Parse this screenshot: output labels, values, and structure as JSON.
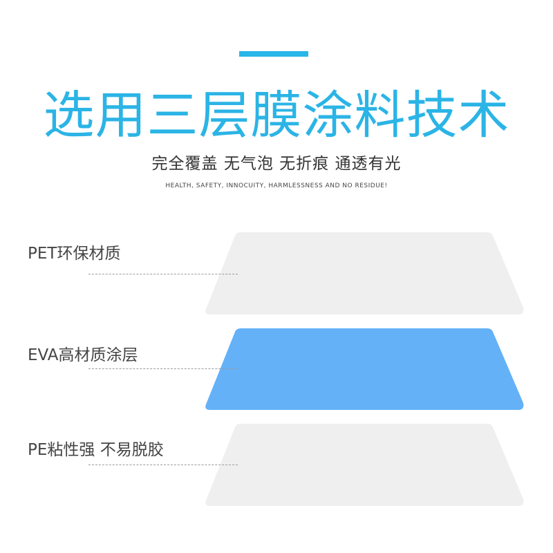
{
  "header": {
    "title": "选用三层膜涂料技术",
    "subtitle": "完全覆盖 无气泡 无折痕 通透有光",
    "tagline": "HEALTH, SAFETY, INNOCUITY, HARMLESSNESS AND NO RESIDUE!"
  },
  "layers": [
    {
      "label": "PET环保材质",
      "color": "#efefef"
    },
    {
      "label": "EVA高材质涂层",
      "color": "#64b1f7"
    },
    {
      "label": "PE粘性强 不易脱胶",
      "color": "#efefef"
    }
  ],
  "colors": {
    "accent": "#29b6e8",
    "title": "#2bb4e6"
  }
}
